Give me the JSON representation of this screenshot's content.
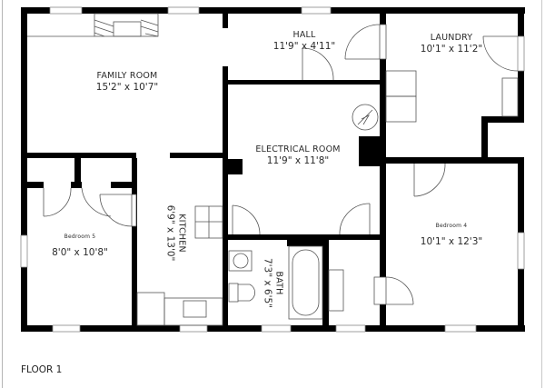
{
  "plan": {
    "floor_label": "FLOOR 1",
    "rooms": [
      {
        "name": "FAMILY ROOM",
        "dims": "15'2\" x 10'7\""
      },
      {
        "name": "HALL",
        "dims": "11'9\" x 4'11\""
      },
      {
        "name": "LAUNDRY",
        "dims": "10'1\" x 11'2\""
      },
      {
        "name": "ELECTRICAL ROOM",
        "dims": "11'9\" x 11'8\""
      },
      {
        "name": "Bedroom 5",
        "dims": "8'0\" x 10'8\""
      },
      {
        "name": "KITCHEN",
        "dims": "6'9\" x 13'0\""
      },
      {
        "name": "BATH",
        "dims": "7'3\" x 6'5\""
      },
      {
        "name": "Bedroom 4",
        "dims": "10'1\" x 12'3\""
      }
    ],
    "fixtures": [
      "fireplace",
      "electrical-panel",
      "stove",
      "kitchen-sink",
      "bath-sink",
      "toilet",
      "bathtub",
      "washer",
      "dryer"
    ],
    "colors": {
      "wall": "#000000",
      "line": "#555555",
      "text": "#2a2a2a",
      "background": "#ffffff"
    }
  }
}
